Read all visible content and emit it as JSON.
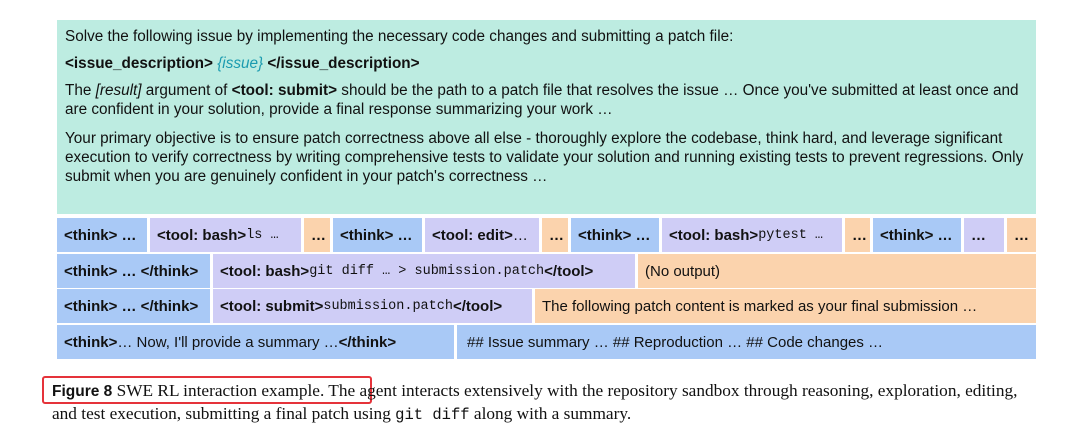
{
  "prompt": {
    "line1": "Solve the following issue by implementing the necessary code changes and submitting a patch file:",
    "issue_open": "<issue_description>",
    "issue_var": "{issue}",
    "issue_close": "</issue_description>",
    "p2_a": "The ",
    "p2_result": "[result]",
    "p2_b": " argument of ",
    "p2_tool": "<tool: submit>",
    "p2_c": " should be the path to a patch file that resolves the issue … Once you've submitted at least once and are confident in your solution, provide a final response summarizing your work …",
    "p3": "Your primary objective is to ensure patch correctness above all else - thoroughly explore the codebase, think hard, and leverage significant execution to verify correctness by writing comprehensive tests to validate your solution and running existing tests to prevent regressions. Only submit when you are genuinely confident in your patch's correctness …"
  },
  "row1": {
    "think1": "<think> …",
    "bash1_tag": "<tool: bash>",
    "bash1_cmd": " ls …",
    "ell1": "…",
    "think2": "<think> …",
    "edit_tag": "<tool: edit>",
    "edit_rest": " …",
    "ell2": "…",
    "think3": "<think> …",
    "bash2_tag": "<tool: bash>",
    "bash2_cmd": " pytest …",
    "ell3": "…",
    "think4": "<think> …",
    "ell4": "…",
    "ell5": "…"
  },
  "row2": {
    "think": "<think> … </think>",
    "bash_tag": "<tool: bash>",
    "bash_cmd": " git diff … > submission.patch ",
    "bash_close": "</tool>",
    "output": "(No output)"
  },
  "row3": {
    "think": "<think> … </think>",
    "submit_tag": "<tool: submit>",
    "submit_arg": " submission.patch ",
    "submit_close": "</tool>",
    "output": "The following patch content is marked as your final submission …"
  },
  "row4": {
    "think_open": "<think>",
    "think_text": " … Now, I'll provide a summary … ",
    "think_close": "</think>",
    "summary": "## Issue summary …  ## Reproduction …  ## Code changes …"
  },
  "caption": {
    "fig": "Figure 8",
    "title": " SWE RL interaction example",
    "text1": ". The agent interacts extensively with the repository sandbox through reasoning, exploration, editing, and test execution, submitting a final patch using ",
    "code": "git diff",
    "text2": " along with a summary."
  },
  "colors": {
    "teal": "#bdece1",
    "blue": "#a9c9f6",
    "purple": "#cfcdf6",
    "orange": "#fbd3ad",
    "highlight": "#e5333a"
  }
}
